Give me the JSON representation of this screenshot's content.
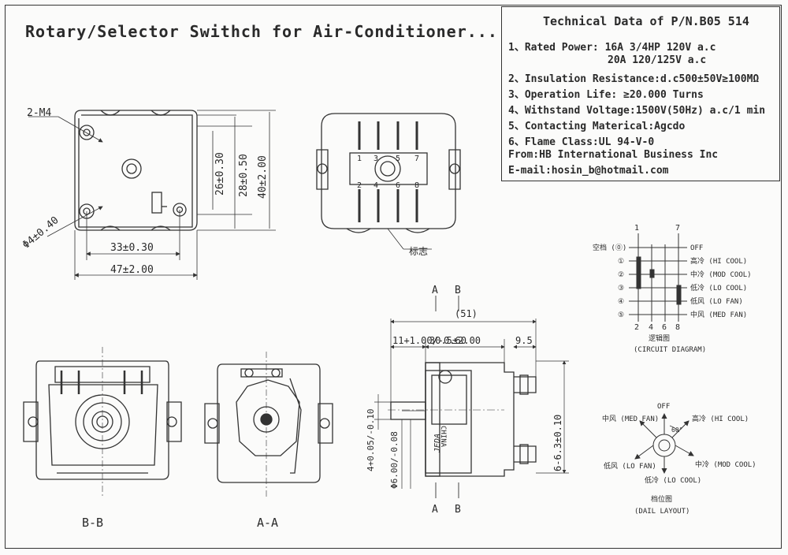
{
  "title": "Rotary/Selector Swithch for Air-Conditioner...",
  "spec": {
    "heading": "Technical Data of P/N.B05 514",
    "lines": [
      "1、Rated Power: 16A 3/4HP  120V a.c",
      "20A 120/125V a.c",
      "2、Insulation Resistance:d.c500±50V≥100MΩ",
      "3、Operation Life:  ≥20.000 Turns",
      "4、Withstand Voltage:1500V(50Hz) a.c/1 min",
      "5、Contacting Materical:Agcdo",
      "6、Flame Class:UL 94-V-0",
      "From:HB International Business Inc",
      "E-mail:hosin_b@hotmail.com"
    ]
  },
  "front_view": {
    "thread_label": "2-M4",
    "hole_dia": "Φ4±0.40",
    "dim_26": "26±0.30",
    "dim_28": "28±0.50",
    "dim_40": "40±2.00",
    "dim_33": "33±0.30",
    "dim_47": "47±2.00"
  },
  "back_view": {
    "mark_label": "标志",
    "pins": [
      "1",
      "3",
      "5",
      "7",
      "2",
      "4",
      "6",
      "8"
    ]
  },
  "sections": {
    "bb": "B-B",
    "aa": "A-A"
  },
  "side_view": {
    "cut_a": "A",
    "cut_b": "B",
    "dim_51": "(51)",
    "dim_11": "11+1.00/-0.60",
    "dim_30_5": "30.5±2.00",
    "dim_9_5": "9.5",
    "dim_6_3": "6-6.3±0.10",
    "dim_4": "4+0.05/-0.10",
    "dim_6": "Φ6.00/-0.08",
    "china": "CHINA",
    "jeda": "JEDA"
  },
  "circuit": {
    "cols_top": [
      "1",
      "7"
    ],
    "cols_bottom": [
      "2",
      "4",
      "6",
      "8"
    ],
    "rows_left": [
      "空档 (⓪)",
      "①",
      "②",
      "③",
      "④",
      "⑤"
    ],
    "rows_right": [
      "OFF",
      "高冷 (HI COOL)",
      "中冷 (MOD COOL)",
      "低冷 (LO COOL)",
      "低风 (LO FAN)",
      "中风 (MED FAN)"
    ],
    "caption_cn": "逻辑图",
    "caption_en": "(CIRCUIT DIAGRAM)"
  },
  "dial": {
    "off": "OFF",
    "med_fan": "中风 (MED FAN)",
    "hi_cool": "高冷 (HI COOL)",
    "angle": "60°",
    "lo_fan": "低风 (LO FAN)",
    "mod_cool": "中冷 (MOD COOL)",
    "lo_cool": "低冷 (LO COOL)",
    "caption_cn": "档位图",
    "caption_en": "(DAIL LAYOUT)"
  }
}
